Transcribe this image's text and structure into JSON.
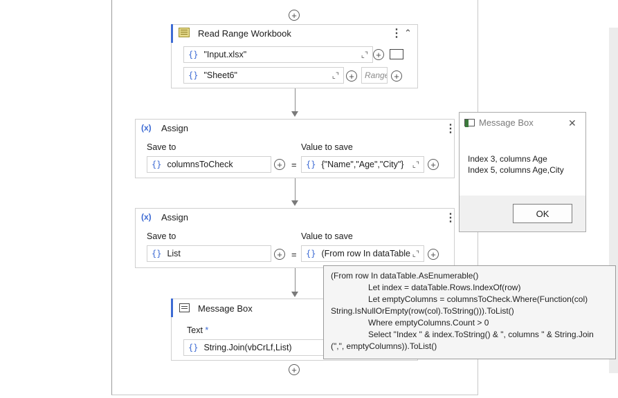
{
  "read_range": {
    "title": "Read Range Workbook",
    "file_value": "\"Input.xlsx\"",
    "sheet_value": "\"Sheet6\"",
    "range_placeholder": "Range"
  },
  "assign1": {
    "title": "Assign",
    "save_to_label": "Save to",
    "value_label": "Value to save",
    "save_to_value": "columnsToCheck",
    "value": "{\"Name\",\"Age\",\"City\"}"
  },
  "assign2": {
    "title": "Assign",
    "save_to_label": "Save to",
    "value_label": "Value to save",
    "save_to_value": "List",
    "value": "(From row In dataTable"
  },
  "message_activity": {
    "title": "Message Box",
    "text_label": "Text",
    "required_mark": "*",
    "text_value": "String.Join(vbCrLf,List)"
  },
  "tooltip": {
    "lines": [
      "(From row In dataTable.AsEnumerable()",
      "Let index = dataTable.Rows.IndexOf(row)",
      "Let emptyColumns = columnsToCheck.Where(Function(col)",
      "String.IsNullOrEmpty(row(col).ToString())).ToList()",
      "Where emptyColumns.Count > 0",
      "Select \"Index \" & index.ToString() & \", columns \" & String.Join",
      "(\",\", emptyColumns)).ToList()"
    ]
  },
  "dialog": {
    "title": "Message Box",
    "line1": "Index 3, columns Age",
    "line2": "Index 5, columns Age,City",
    "ok_label": "OK"
  },
  "icons": {
    "add": "+",
    "close": "✕",
    "kebab": "⋮",
    "collapse": "⌃",
    "brace": "{}",
    "expand": "⌞⌝"
  },
  "colors": {
    "accent": "#3d6bd4",
    "excel_icon": "#c8b84a"
  }
}
